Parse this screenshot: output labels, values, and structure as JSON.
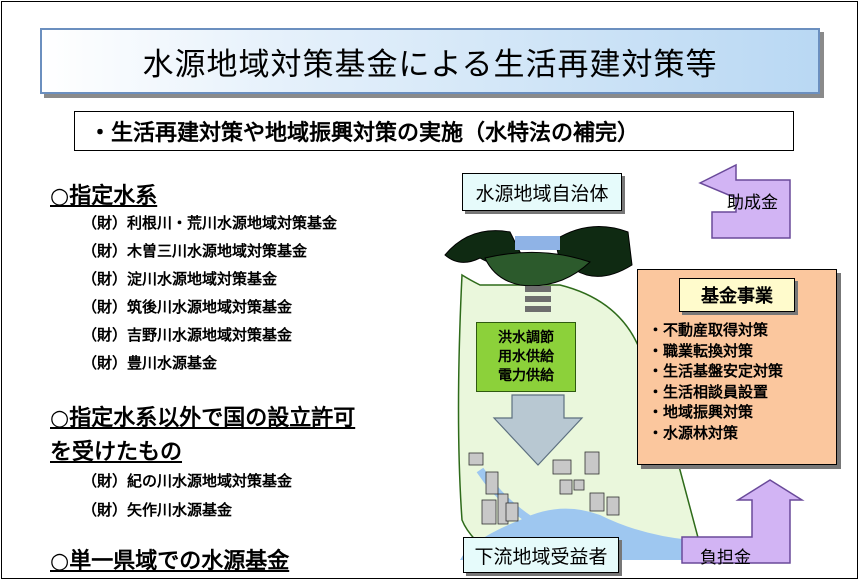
{
  "title": "水源地域対策基金による生活再建対策等",
  "subtitle": "・生活再建対策や地域振興対策の実施（水特法の補完）",
  "sections": [
    {
      "heading": "○指定水系",
      "items": [
        "（財）利根川・荒川水源地域対策基金",
        "（財）木曽三川水源地域対策基金",
        "（財）淀川水源地域対策基金",
        "（財）筑後川水源地域対策基金",
        "（財）吉野川水源地域対策基金",
        "（財）豊川水源基金"
      ]
    },
    {
      "heading_line1": "○指定水系以外で国の設立許可",
      "heading_line2": "を受けたもの",
      "items": [
        "（財）紀の川水源地域対策基金",
        "（財）矢作川水源基金"
      ]
    },
    {
      "heading": "○単一県域での水源基金"
    }
  ],
  "diagram": {
    "upstream_label": "水源地域自治体",
    "downstream_label": "下流地域受益者",
    "grant_label": "助成金",
    "burden_label": "負担金",
    "dam_functions": [
      "洪水調節",
      "用水供給",
      "電力供給"
    ],
    "fund_title": "基金事業",
    "fund_items": [
      "・不動産取得対策",
      "・職業転換対策",
      "・生活基盤安定対策",
      "・生活相談員設置",
      "・地域振興対策",
      "・水源林対策"
    ]
  },
  "colors": {
    "arrow_purple": "#d2b4f4",
    "fund_bg": "#fbc79e",
    "fund_title_bg": "#fffbcc",
    "label_bg": "#e6fbfb",
    "green": "#8cd13a",
    "river": "#9ec7f0"
  }
}
